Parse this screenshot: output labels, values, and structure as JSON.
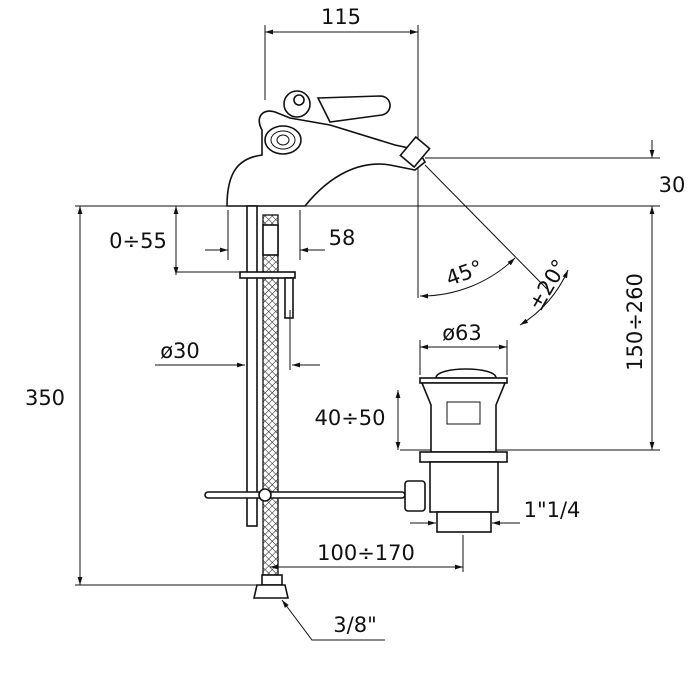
{
  "title": "Bidet mixer technical drawing",
  "dimensions": {
    "spout_reach": "115",
    "spout_height": "30",
    "deck_thickness": "0÷55",
    "body_width": "58",
    "spout_angle": "45°",
    "swivel_angle": "±20°",
    "drain_height": "150÷260",
    "drain_diameter": "ø63",
    "hole_diameter": "ø30",
    "total_height": "350",
    "pop_up_height": "40÷50",
    "drain_thread": "1\"1/4",
    "rod_length": "100÷170",
    "hose_connection": "3/8\""
  }
}
